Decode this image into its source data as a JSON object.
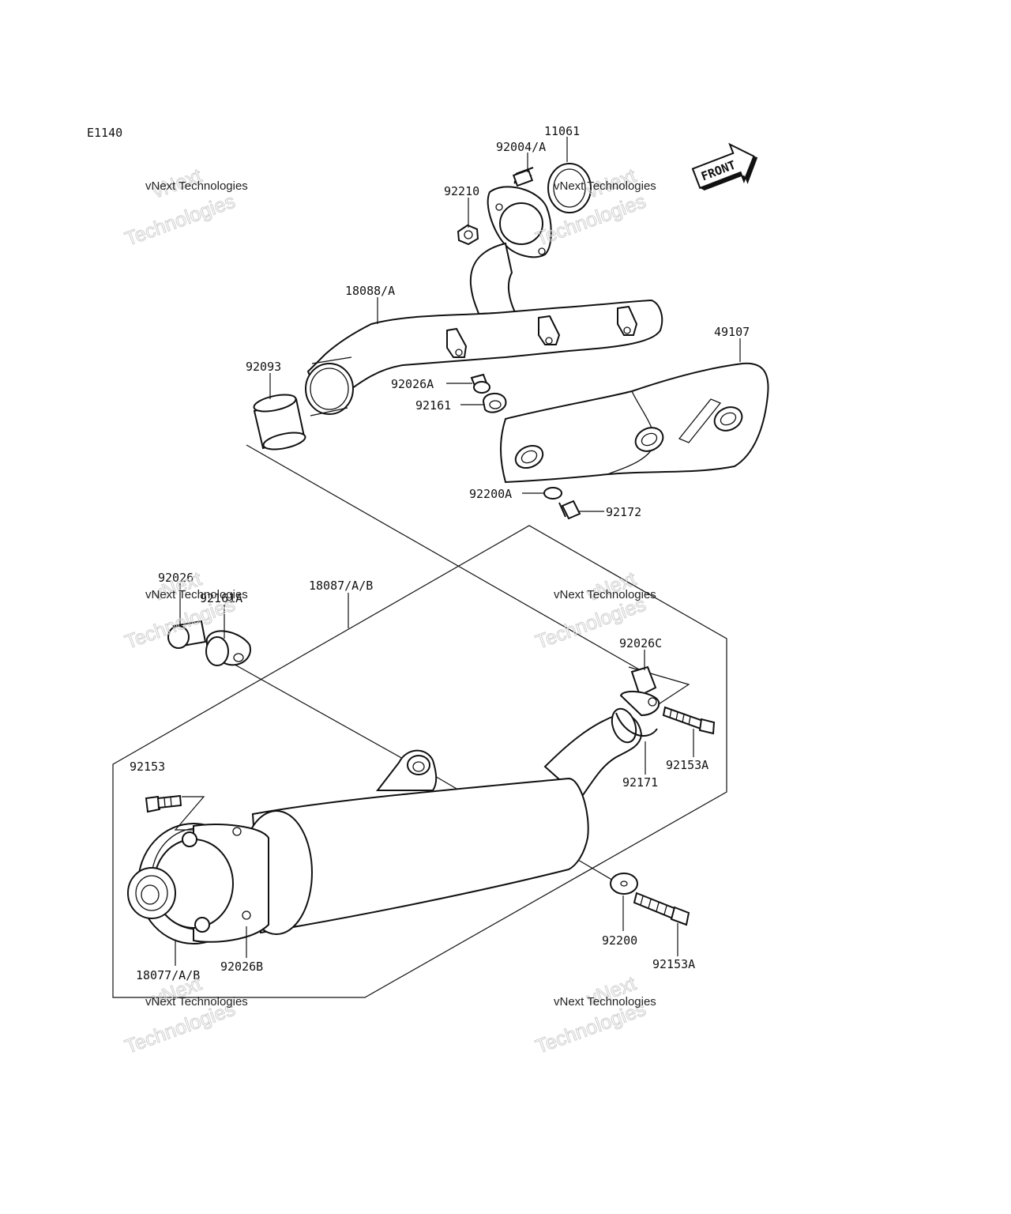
{
  "diagram": {
    "code": "E1140",
    "front_label": "FRONT",
    "watermark": {
      "line1": "vNext Technologies",
      "line2": "vNext",
      "line3": "Technologies"
    },
    "parts": {
      "p11061": "11061",
      "p92004a": "92004/A",
      "p92210": "92210",
      "p18088a": "18088/A",
      "p49107": "49107",
      "p92093": "92093",
      "p92026a": "92026A",
      "p92161": "92161",
      "p92200a": "92200A",
      "p92172": "92172",
      "p92026": "92026",
      "p92161a": "92161A",
      "p18087ab": "18087/A/B",
      "p92026c": "92026C",
      "p92153": "92153",
      "p92153a_upper": "92153A",
      "p92171": "92171",
      "p92200": "92200",
      "p92153a_lower": "92153A",
      "p18077ab": "18077/A/B",
      "p92026b": "92026B"
    }
  }
}
